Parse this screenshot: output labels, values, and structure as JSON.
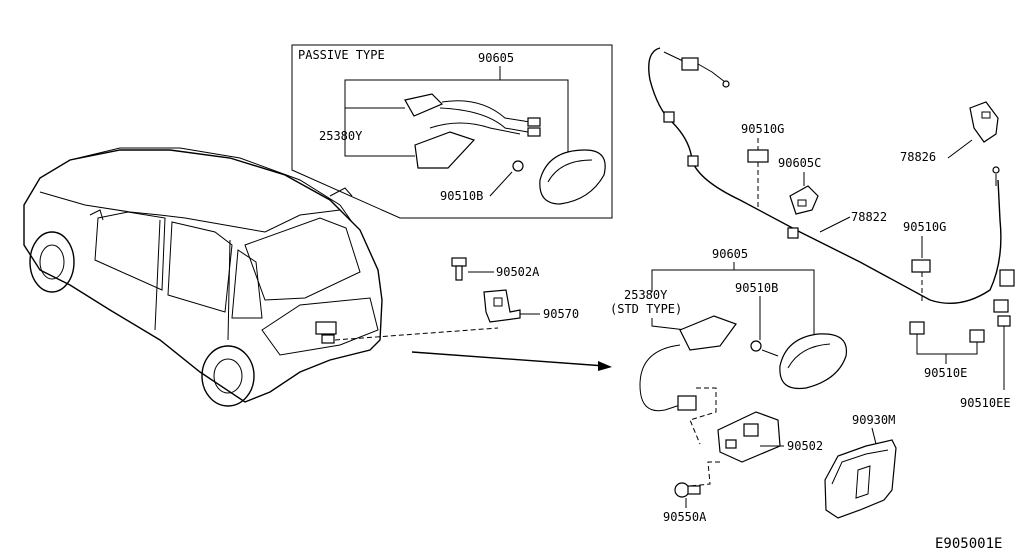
{
  "diagram": {
    "inset_title": "PASSIVE TYPE",
    "code": "E905001E",
    "labels": {
      "p90605_top": "90605",
      "p25380y_top": "25380Y",
      "p90510b_top": "90510B",
      "p90502a": "90502A",
      "p90570": "90570",
      "p90605_mid": "90605",
      "p25380y_mid": "25380Y",
      "std_type": "(STD TYPE)",
      "p90510b_mid": "90510B",
      "p90502": "90502",
      "p90550a": "90550A",
      "p90930m": "90930M",
      "p90510g_a": "90510G",
      "p90605c": "90605C",
      "p78822": "78822",
      "p90510g_b": "90510G",
      "p78826": "78826",
      "p90510e": "90510E",
      "p90510ee": "90510EE"
    }
  }
}
